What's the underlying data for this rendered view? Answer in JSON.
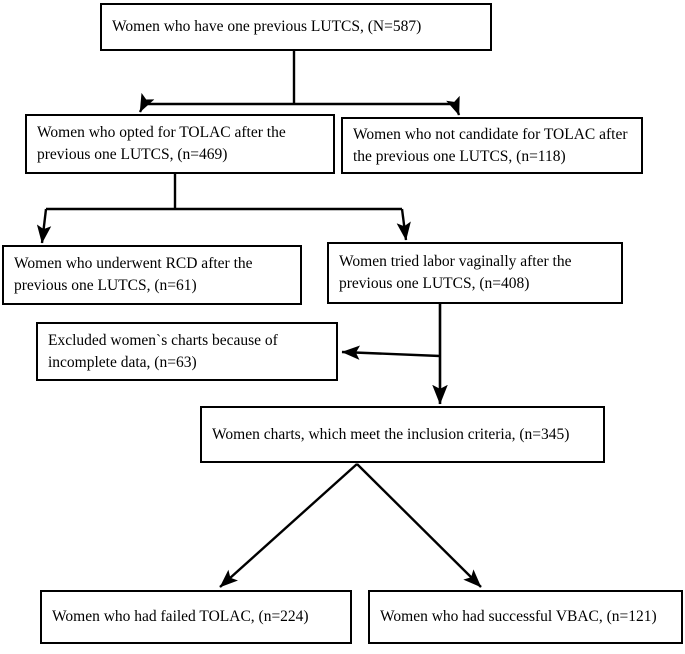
{
  "diagram": {
    "title": "Study participant flow diagram",
    "type": "flowchart",
    "stroke_color": "#000000",
    "background_color": "#ffffff",
    "nodes": {
      "root": {
        "id": "root",
        "label": "Women who have one previous LUTCS, (N=587)",
        "count": 587,
        "count_label": "N=587"
      },
      "tolac": {
        "id": "tolac",
        "label": "Women who opted for TOLAC after the\nprevious one LUTCS, (n=469)",
        "count": 469,
        "count_label": "n=469"
      },
      "not_candidate": {
        "id": "not_candidate",
        "label": "Women who not candidate for TOLAC after\nthe previous one LUTCS, (n=118)",
        "count": 118,
        "count_label": "n=118"
      },
      "rcd": {
        "id": "rcd",
        "label": "Women who underwent RCD after the\nprevious one LUTCS, (n=61)",
        "count": 61,
        "count_label": "n=61"
      },
      "tried_labor": {
        "id": "tried_labor",
        "label": "Women tried labor vaginally after the\nprevious one LUTCS, (n=408)",
        "count": 408,
        "count_label": "n=408"
      },
      "excluded": {
        "id": "excluded",
        "label": "Excluded women`s charts because of\nincomplete data, (n=63)",
        "count": 63,
        "count_label": "n=63"
      },
      "inclusion": {
        "id": "inclusion",
        "label": "Women charts, which meet the inclusion criteria, (n=345)",
        "count": 345,
        "count_label": "n=345"
      },
      "failed_tolac": {
        "id": "failed_tolac",
        "label": "Women who had failed TOLAC, (n=224)",
        "count": 224,
        "count_label": "n=224"
      },
      "successful_vbac": {
        "id": "successful_vbac",
        "label": "Women who had successful VBAC, (n=121)",
        "count": 121,
        "count_label": "n=121"
      }
    },
    "edges": [
      {
        "from": "root",
        "to": "tolac",
        "style": "elbow-arrow"
      },
      {
        "from": "root",
        "to": "not_candidate",
        "style": "elbow-arrow"
      },
      {
        "from": "tolac",
        "to": "rcd",
        "style": "elbow-arrow"
      },
      {
        "from": "tolac",
        "to": "tried_labor",
        "style": "elbow-arrow"
      },
      {
        "from": "tried_labor",
        "to": "excluded",
        "style": "branch-arrow-left"
      },
      {
        "from": "tried_labor",
        "to": "inclusion",
        "style": "straight-arrow"
      },
      {
        "from": "inclusion",
        "to": "failed_tolac",
        "style": "diagonal-arrow"
      },
      {
        "from": "inclusion",
        "to": "successful_vbac",
        "style": "diagonal-arrow"
      }
    ]
  }
}
